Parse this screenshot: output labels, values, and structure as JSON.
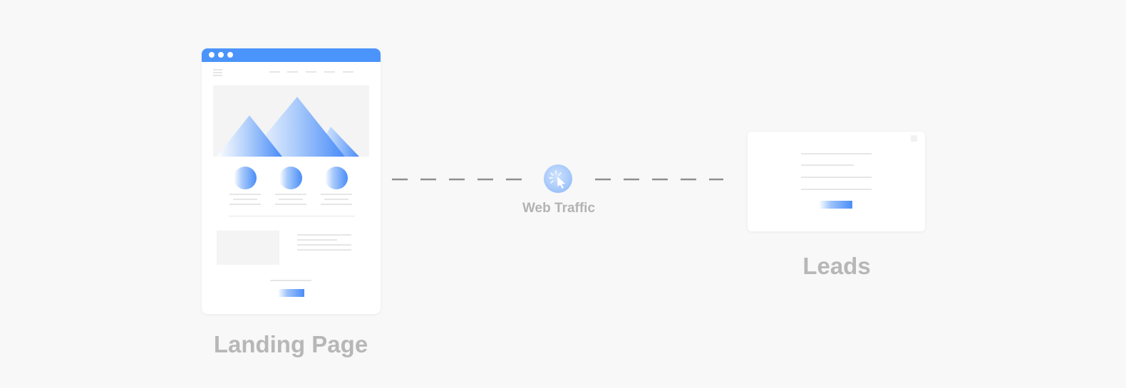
{
  "diagram": {
    "landing_page_label": "Landing Page",
    "web_traffic_label": "Web Traffic",
    "leads_label": "Leads"
  },
  "icons": {
    "traffic": "cursor-click-icon",
    "hero": "mountains-icon",
    "menu": "hamburger-menu-icon"
  },
  "colors": {
    "background": "#f8f8f8",
    "accent": "#4a94fb",
    "label": "#b7b7b7",
    "connector": "#8e8e8e",
    "placeholder_line": "#e6e6e6"
  }
}
